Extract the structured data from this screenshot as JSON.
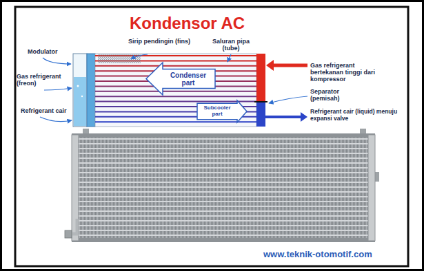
{
  "diagram": {
    "title": "Kondensor AC",
    "nodes": [
      {
        "text": [
          "Condenser part"
        ]
      },
      {
        "text": [
          "Subcooler part"
        ]
      }
    ],
    "labels": [
      "Sirip pendingin (fins)",
      "Saluran pipa (tube)",
      "Modulator",
      "Gas refrigerant bertekanan tinggi dari kompressor",
      "Gas refrigerant (freon)",
      "Separator (pemisah)",
      "Refrigerant cair (liquid) menuju expansi valve",
      "Refrigerant cair",
      "www.teknik-otomotif.com"
    ]
  }
}
